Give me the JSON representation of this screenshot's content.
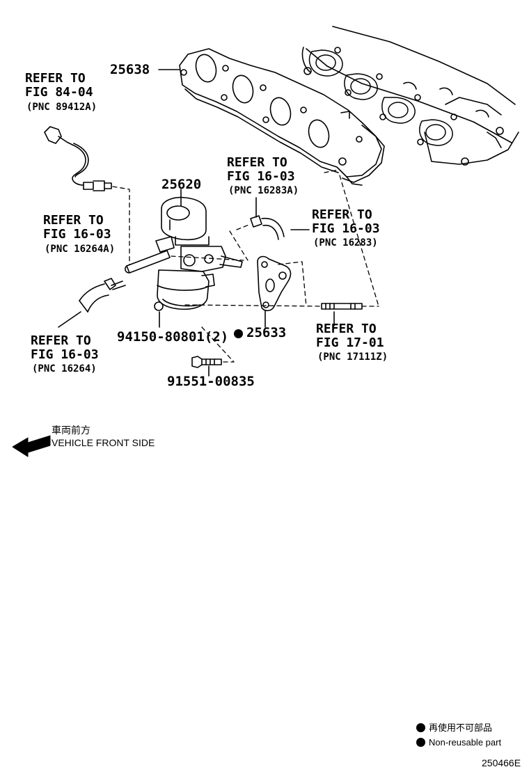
{
  "parts": {
    "manifold_part_no": "25638",
    "valve_part_no": "25620",
    "gasket_part_no": "25633",
    "bolt_part_no": "91551-00835",
    "nut_part_no": "94150-80801(2)"
  },
  "references": {
    "sensor": {
      "line1": "REFER TO",
      "line2": "FIG 84-04",
      "pnc": "(PNC 89412A)"
    },
    "hose_a": {
      "line1": "REFER TO",
      "line2": "FIG 16-03",
      "pnc": "(PNC 16264A)"
    },
    "hose_b": {
      "line1": "REFER TO",
      "line2": "FIG 16-03",
      "pnc": "(PNC 16264)"
    },
    "top_hose_a": {
      "line1": "REFER TO",
      "line2": "FIG 16-03",
      "pnc": "(PNC 16283A)"
    },
    "top_hose_b": {
      "line1": "REFER TO",
      "line2": "FIG 16-03",
      "pnc": "(PNC 16283)"
    },
    "stud": {
      "line1": "REFER TO",
      "line2": "FIG 17-01",
      "pnc": "(PNC 17111Z)"
    }
  },
  "direction": {
    "japanese": "車両前方",
    "english": "VEHICLE FRONT SIDE"
  },
  "legend": {
    "japanese": "再使用不可部品",
    "english": "Non-reusable part"
  },
  "figure_code": "250466E",
  "icons": {
    "arrow": "vehicle-front-arrow-icon",
    "non_reusable_marker": "filled-circle-icon"
  }
}
